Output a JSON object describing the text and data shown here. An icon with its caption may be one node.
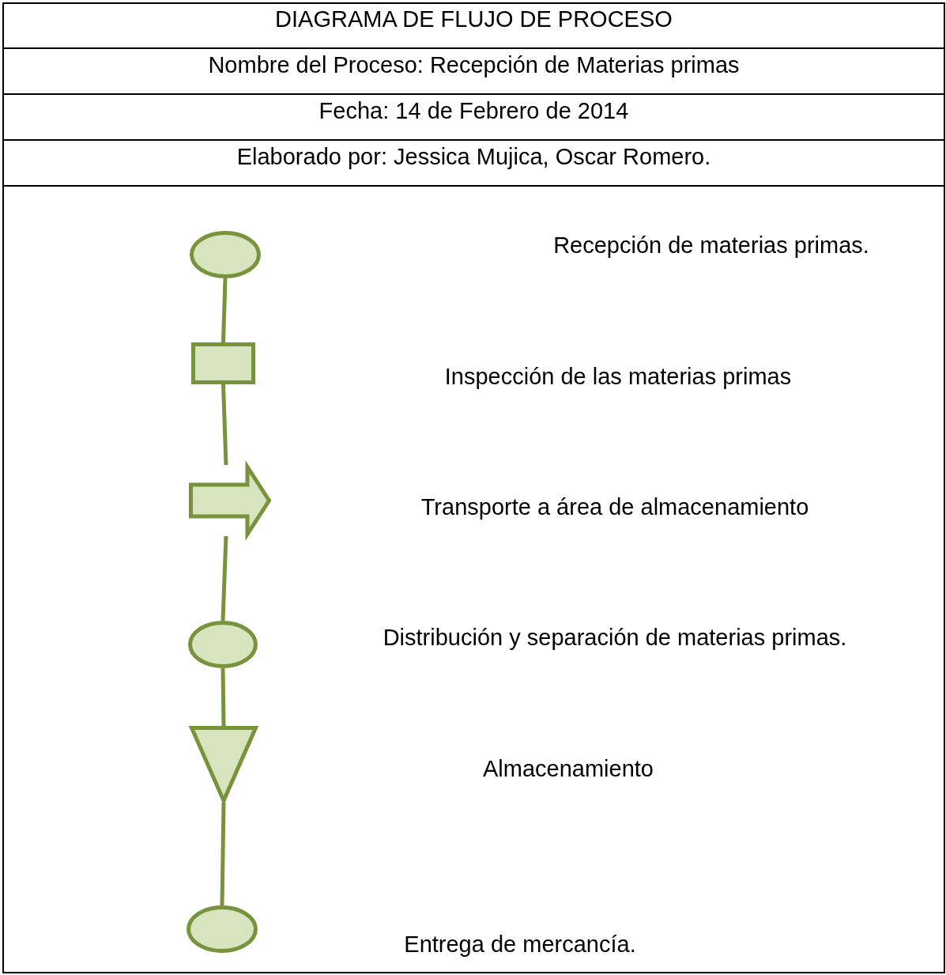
{
  "diagram": {
    "title": "DIAGRAMA DE FLUJO DE PROCESO",
    "labels": [
      "Nombre del Proceso: Recepción de Materias primas",
      "Fecha: 14 de Febrero de 2014",
      "Elaborado por: Jessica Mujica, Oscar Romero.",
      "Recepción de materias primas.",
      "Inspección de las materias primas",
      "Transporte a área de almacenamiento",
      "Distribución y separación de materias primas.",
      "Almacenamiento",
      "Entrega de mercancía."
    ],
    "nodes": [
      {
        "text": [],
        "shape": "ellipse"
      },
      {
        "text": [],
        "shape": "box"
      },
      {
        "text": [],
        "shape": "arrow"
      },
      {
        "text": [],
        "shape": "ellipse"
      },
      {
        "text": [],
        "shape": "triangle"
      },
      {
        "text": [],
        "shape": "ellipse"
      }
    ],
    "edges": [
      {
        "from": 0,
        "to": 1,
        "arrow": "none"
      },
      {
        "from": 1,
        "to": 2,
        "arrow": "none"
      },
      {
        "from": 2,
        "to": 3,
        "arrow": "none"
      },
      {
        "from": 3,
        "to": 4,
        "arrow": "none"
      },
      {
        "from": 4,
        "to": 5,
        "arrow": "none"
      }
    ]
  }
}
